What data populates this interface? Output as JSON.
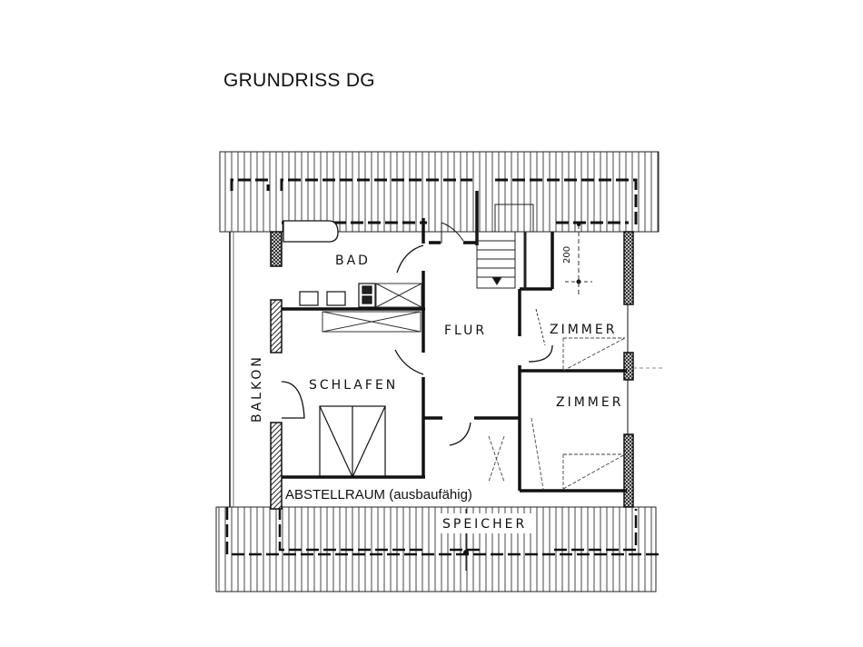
{
  "title": "GRUNDRISS DG",
  "rooms": {
    "bad": "BAD",
    "flur": "FLUR",
    "zimmer_1": "ZIMMER",
    "zimmer_2": "ZIMMER",
    "schlafen": "SCHLAFEN",
    "balkon": "BALKON",
    "abstellraum": "ABSTELLRAUM (ausbaufähig)",
    "speicher": "SPEICHER"
  },
  "dimensions": {
    "stair_clearance": "200"
  },
  "colors": {
    "ink": "#111111",
    "paper": "#ffffff",
    "hatch": "#555555"
  }
}
